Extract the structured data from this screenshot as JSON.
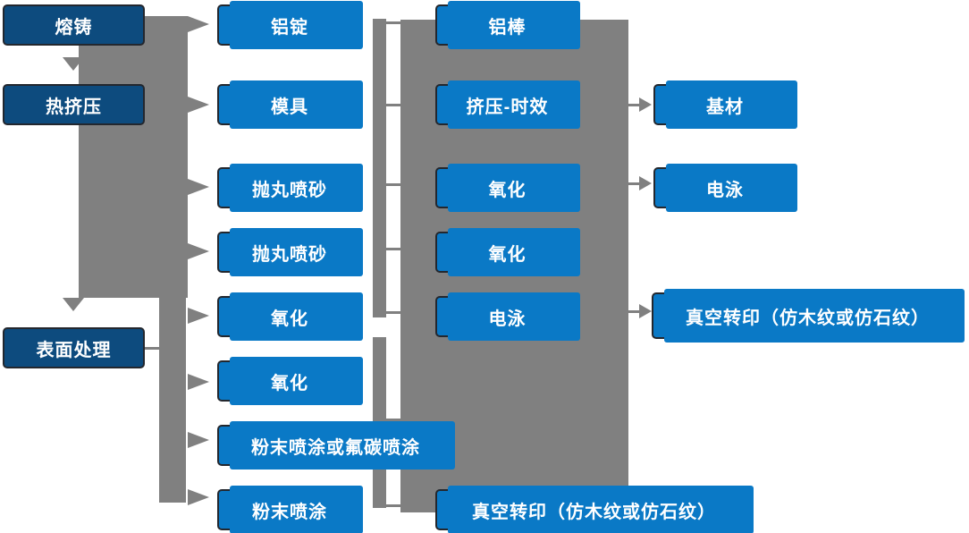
{
  "colors": {
    "box_blue": "#0a79c6",
    "box_dark_blue": "#0d4b7e",
    "connector_gray": "#808080",
    "border_dark": "#23272e",
    "text_white": "#ffffff"
  },
  "nodes": {
    "melting": {
      "label": "熔铸"
    },
    "hot_extrusion": {
      "label": "热挤压"
    },
    "surface_treatment": {
      "label": "表面处理"
    },
    "aluminum_ingot": {
      "label": "铝锭"
    },
    "mold": {
      "label": "模具"
    },
    "shot_blasting_1": {
      "label": "抛丸喷砂"
    },
    "shot_blasting_2": {
      "label": "抛丸喷砂"
    },
    "oxidation_1": {
      "label": "氧化"
    },
    "oxidation_2": {
      "label": "氧化"
    },
    "powder_or_fluorocarbon": {
      "label": "粉末喷涂或氟碳喷涂"
    },
    "powder_coating": {
      "label": "粉末喷涂"
    },
    "aluminum_rod": {
      "label": "铝棒"
    },
    "extrusion_aging": {
      "label": "挤压-时效"
    },
    "oxidation_3": {
      "label": "氧化"
    },
    "oxidation_4": {
      "label": "氧化"
    },
    "electrophoresis_1": {
      "label": "电泳"
    },
    "vacuum_transfer_bottom": {
      "label": "真空转印（仿木纹或仿石纹）"
    },
    "base_material": {
      "label": "基材"
    },
    "electrophoresis_2": {
      "label": "电泳"
    },
    "vacuum_transfer_right": {
      "label": "真空转印（仿木纹或仿石纹）"
    }
  }
}
